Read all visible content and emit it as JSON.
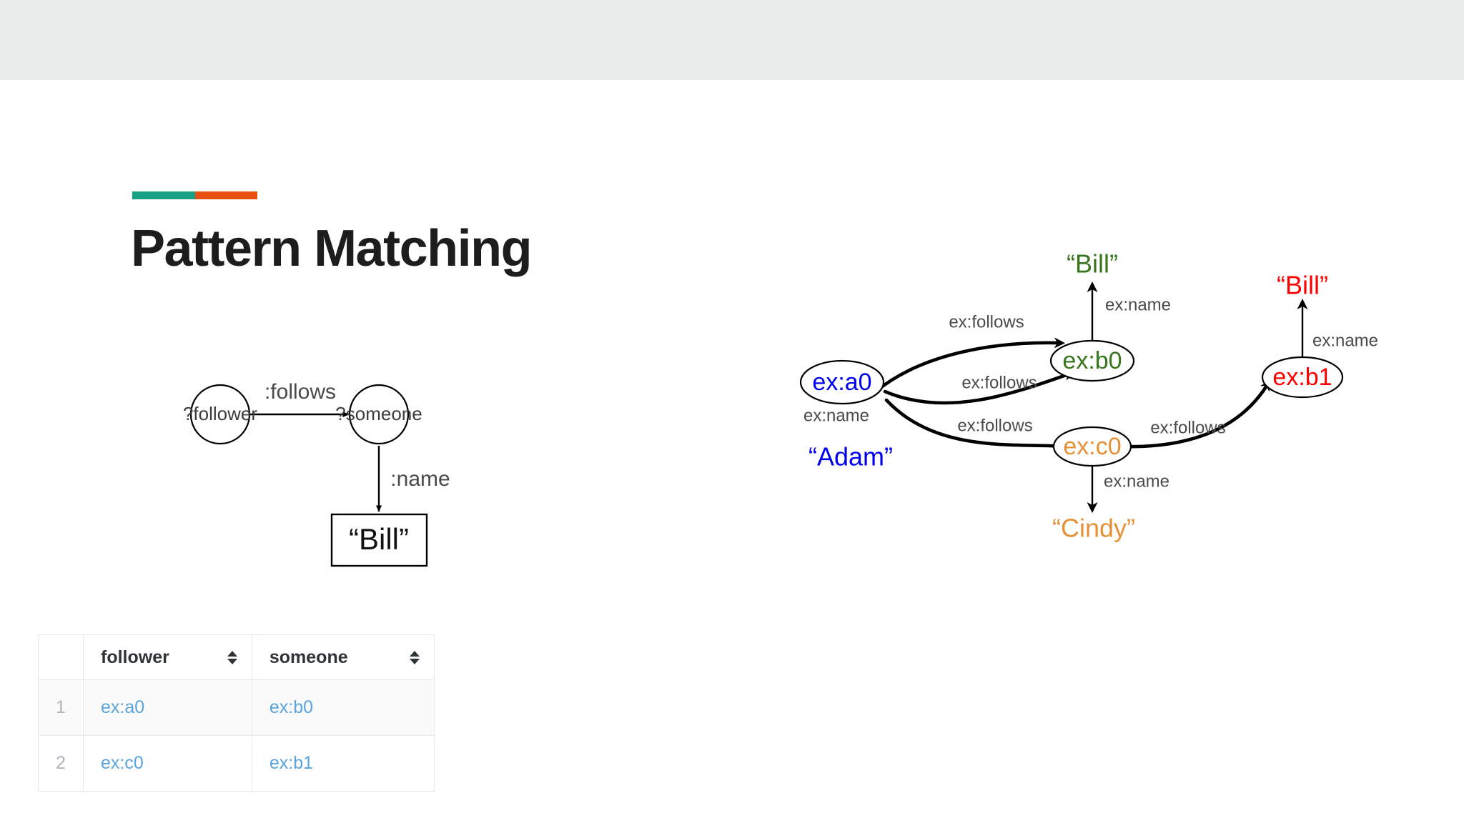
{
  "slide": {
    "title": "Pattern Matching",
    "accent_colors": {
      "left": "#16a085",
      "right": "#e8500f"
    },
    "band_color": "#e8eceb"
  },
  "pattern_graph": {
    "nodes": [
      {
        "id": "follower",
        "label": "?follower",
        "shape": "circle"
      },
      {
        "id": "someone",
        "label": "?someone",
        "shape": "circle"
      },
      {
        "id": "bill",
        "label": "“Bill”",
        "shape": "rect"
      }
    ],
    "edges": [
      {
        "from": "follower",
        "to": "someone",
        "label": ":follows"
      },
      {
        "from": "someone",
        "to": "bill",
        "label": ":name"
      }
    ]
  },
  "results": {
    "columns": [
      {
        "key": "index",
        "label": ""
      },
      {
        "key": "follower",
        "label": "follower",
        "sortable": true
      },
      {
        "key": "someone",
        "label": "someone",
        "sortable": true
      }
    ],
    "rows": [
      {
        "index": "1",
        "follower": "ex:a0",
        "someone": "ex:b0"
      },
      {
        "index": "2",
        "follower": "ex:c0",
        "someone": "ex:b1"
      }
    ],
    "value_color": "#5ba4dd",
    "index_color": "#b0b5ba"
  },
  "data_graph": {
    "nodes": [
      {
        "id": "a0",
        "label": "ex:a0",
        "color": "#0000ee"
      },
      {
        "id": "b0",
        "label": "ex:b0",
        "color": "#38761d"
      },
      {
        "id": "c0",
        "label": "ex:c0",
        "color": "#e69138"
      },
      {
        "id": "b1",
        "label": "ex:b1",
        "color": "#ff0000"
      }
    ],
    "literals": [
      {
        "id": "bill_b0",
        "label": "“Bill”",
        "color": "#38761d"
      },
      {
        "id": "bill_b1",
        "label": "“Bill”",
        "color": "#ff0000"
      },
      {
        "id": "adam_a0",
        "label": "“Adam”",
        "color": "#0000ee"
      },
      {
        "id": "cindy_c0",
        "label": "“Cindy”",
        "color": "#e69138"
      }
    ],
    "edges": [
      {
        "from": "b0",
        "to": "a0",
        "label": "ex:follows"
      },
      {
        "from": "a0",
        "to": "b0",
        "label": "ex:follows"
      },
      {
        "from": "a0",
        "to": "c0",
        "label": "ex:follows"
      },
      {
        "from": "c0",
        "to": "b1",
        "label": "ex:follows"
      },
      {
        "from": "b0",
        "to": "bill_b0",
        "label": "ex:name"
      },
      {
        "from": "b1",
        "to": "bill_b1",
        "label": "ex:name"
      },
      {
        "from": "a0",
        "to": "adam_a0",
        "label": "ex:name"
      },
      {
        "from": "c0",
        "to": "cindy_c0",
        "label": "ex:name"
      }
    ]
  }
}
